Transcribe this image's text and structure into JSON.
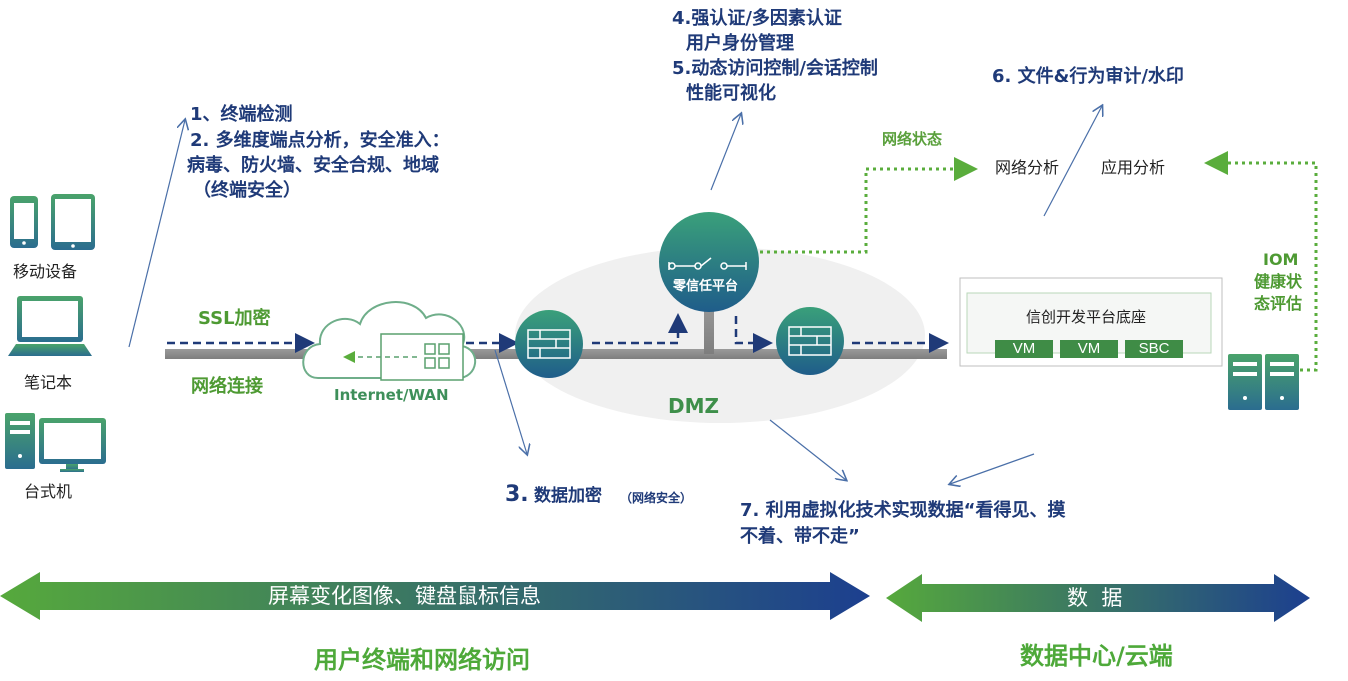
{
  "devices": {
    "mobile_label": "移动设备",
    "laptop_label": "笔记本",
    "desktop_label": "台式机"
  },
  "annotations": {
    "step1_line1": "1、终端检测",
    "step1_line2": "2. 多维度端点分析，安全准入：",
    "step1_line3": "病毒、防火墙、安全合规、地域",
    "step1_line4": "（终端安全）",
    "step3_num": "3.",
    "step3_text": "数据加密",
    "step3_note": "（网络安全）",
    "step4_line1": "4.强认证/多因素认证",
    "step4_line2": "用户身份管理",
    "step5_line1": "5.动态访问控制/会话控制",
    "step5_line2": "性能可视化",
    "step6": "6. 文件&行为审计/水印",
    "step7_line1": "7. 利用虚拟化技术实现数据“看得见、摸",
    "step7_line2": "不着、带不走”"
  },
  "network": {
    "ssl_label": "SSL加密",
    "connect_label": "网络连接",
    "cloud_label": "Internet/WAN",
    "dmz_label": "DMZ",
    "zero_trust_label": "零信任平台",
    "status_label": "网络状态",
    "net_analysis": "网络分析",
    "app_analysis": "应用分析",
    "iom_line1": "IOM",
    "iom_line2": "健康状",
    "iom_line3": "态评估"
  },
  "datacenter": {
    "platform_title": "信创开发平台底座",
    "chips": [
      "VM",
      "VM",
      "SBC"
    ]
  },
  "bottom": {
    "left_arrow_text": "屏幕变化图像、键盘鼠标信息",
    "right_arrow_text": "数  据",
    "left_caption": "用户终端和网络访问",
    "right_caption": "数据中心/云端"
  },
  "colors": {
    "navy": "#1f3a78",
    "green": "#4e9a33",
    "teal": "#2f7d6a",
    "gray_line": "#9e9e9e"
  },
  "icons": [
    "phone-icon",
    "tablet-icon",
    "laptop-icon",
    "desktop-icon",
    "cloud-icon",
    "firewall-icon",
    "switch-icon",
    "server-icon"
  ]
}
